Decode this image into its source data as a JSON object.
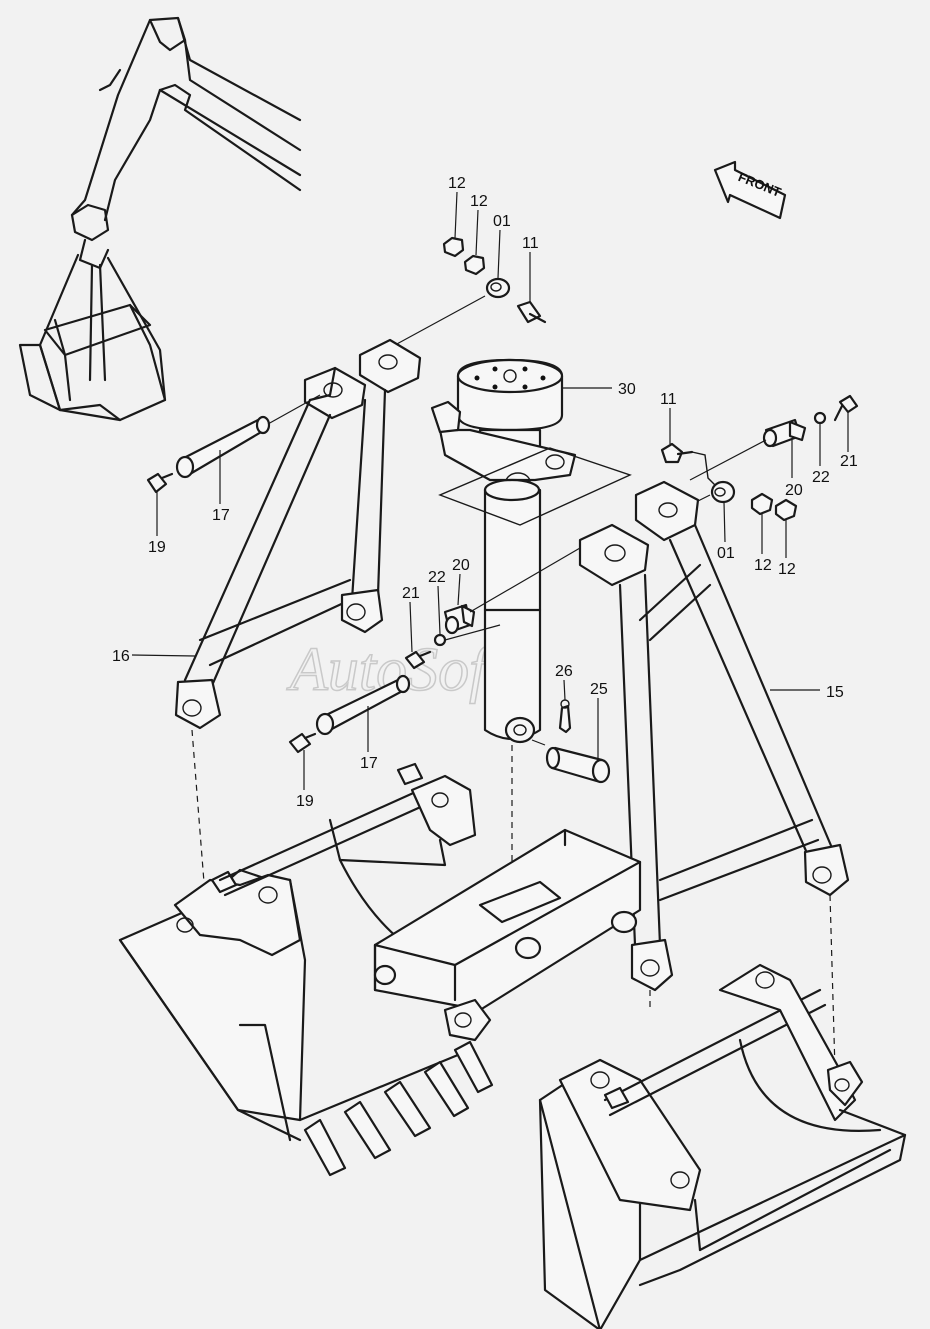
{
  "direction_label": "FRONT",
  "watermark": "AutoSoft",
  "callouts": [
    {
      "id": "lbl-12a",
      "text": "12"
    },
    {
      "id": "lbl-12b",
      "text": "12"
    },
    {
      "id": "lbl-01a",
      "text": "01"
    },
    {
      "id": "lbl-11a",
      "text": "11"
    },
    {
      "id": "lbl-30",
      "text": "30"
    },
    {
      "id": "lbl-11b",
      "text": "11"
    },
    {
      "id": "lbl-21a",
      "text": "21"
    },
    {
      "id": "lbl-22a",
      "text": "22"
    },
    {
      "id": "lbl-20a",
      "text": "20"
    },
    {
      "id": "lbl-01b",
      "text": "01"
    },
    {
      "id": "lbl-12c",
      "text": "12"
    },
    {
      "id": "lbl-12d",
      "text": "12"
    },
    {
      "id": "lbl-19a",
      "text": "19"
    },
    {
      "id": "lbl-17a",
      "text": "17"
    },
    {
      "id": "lbl-16",
      "text": "16"
    },
    {
      "id": "lbl-21b",
      "text": "21"
    },
    {
      "id": "lbl-22b",
      "text": "22"
    },
    {
      "id": "lbl-20b",
      "text": "20"
    },
    {
      "id": "lbl-26",
      "text": "26"
    },
    {
      "id": "lbl-25",
      "text": "25"
    },
    {
      "id": "lbl-15",
      "text": "15"
    },
    {
      "id": "lbl-17b",
      "text": "17"
    },
    {
      "id": "lbl-19b",
      "text": "19"
    }
  ]
}
